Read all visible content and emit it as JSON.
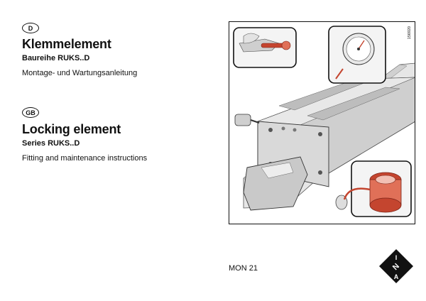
{
  "german": {
    "lang_badge": "D",
    "title": "Klemmelement",
    "series": "Baureihe RUKS..D",
    "description": "Montage- und Wartungsanleitung"
  },
  "english": {
    "lang_badge": "GB",
    "title": "Locking element",
    "series": "Series RUKS..D",
    "description": "Fitting and maintenance instructions"
  },
  "figure": {
    "number": "156920"
  },
  "document_code": "MON 21",
  "logo": {
    "letters": [
      "I",
      "N",
      "A"
    ]
  },
  "colors": {
    "accent": "#c4452f",
    "text": "#111111"
  }
}
